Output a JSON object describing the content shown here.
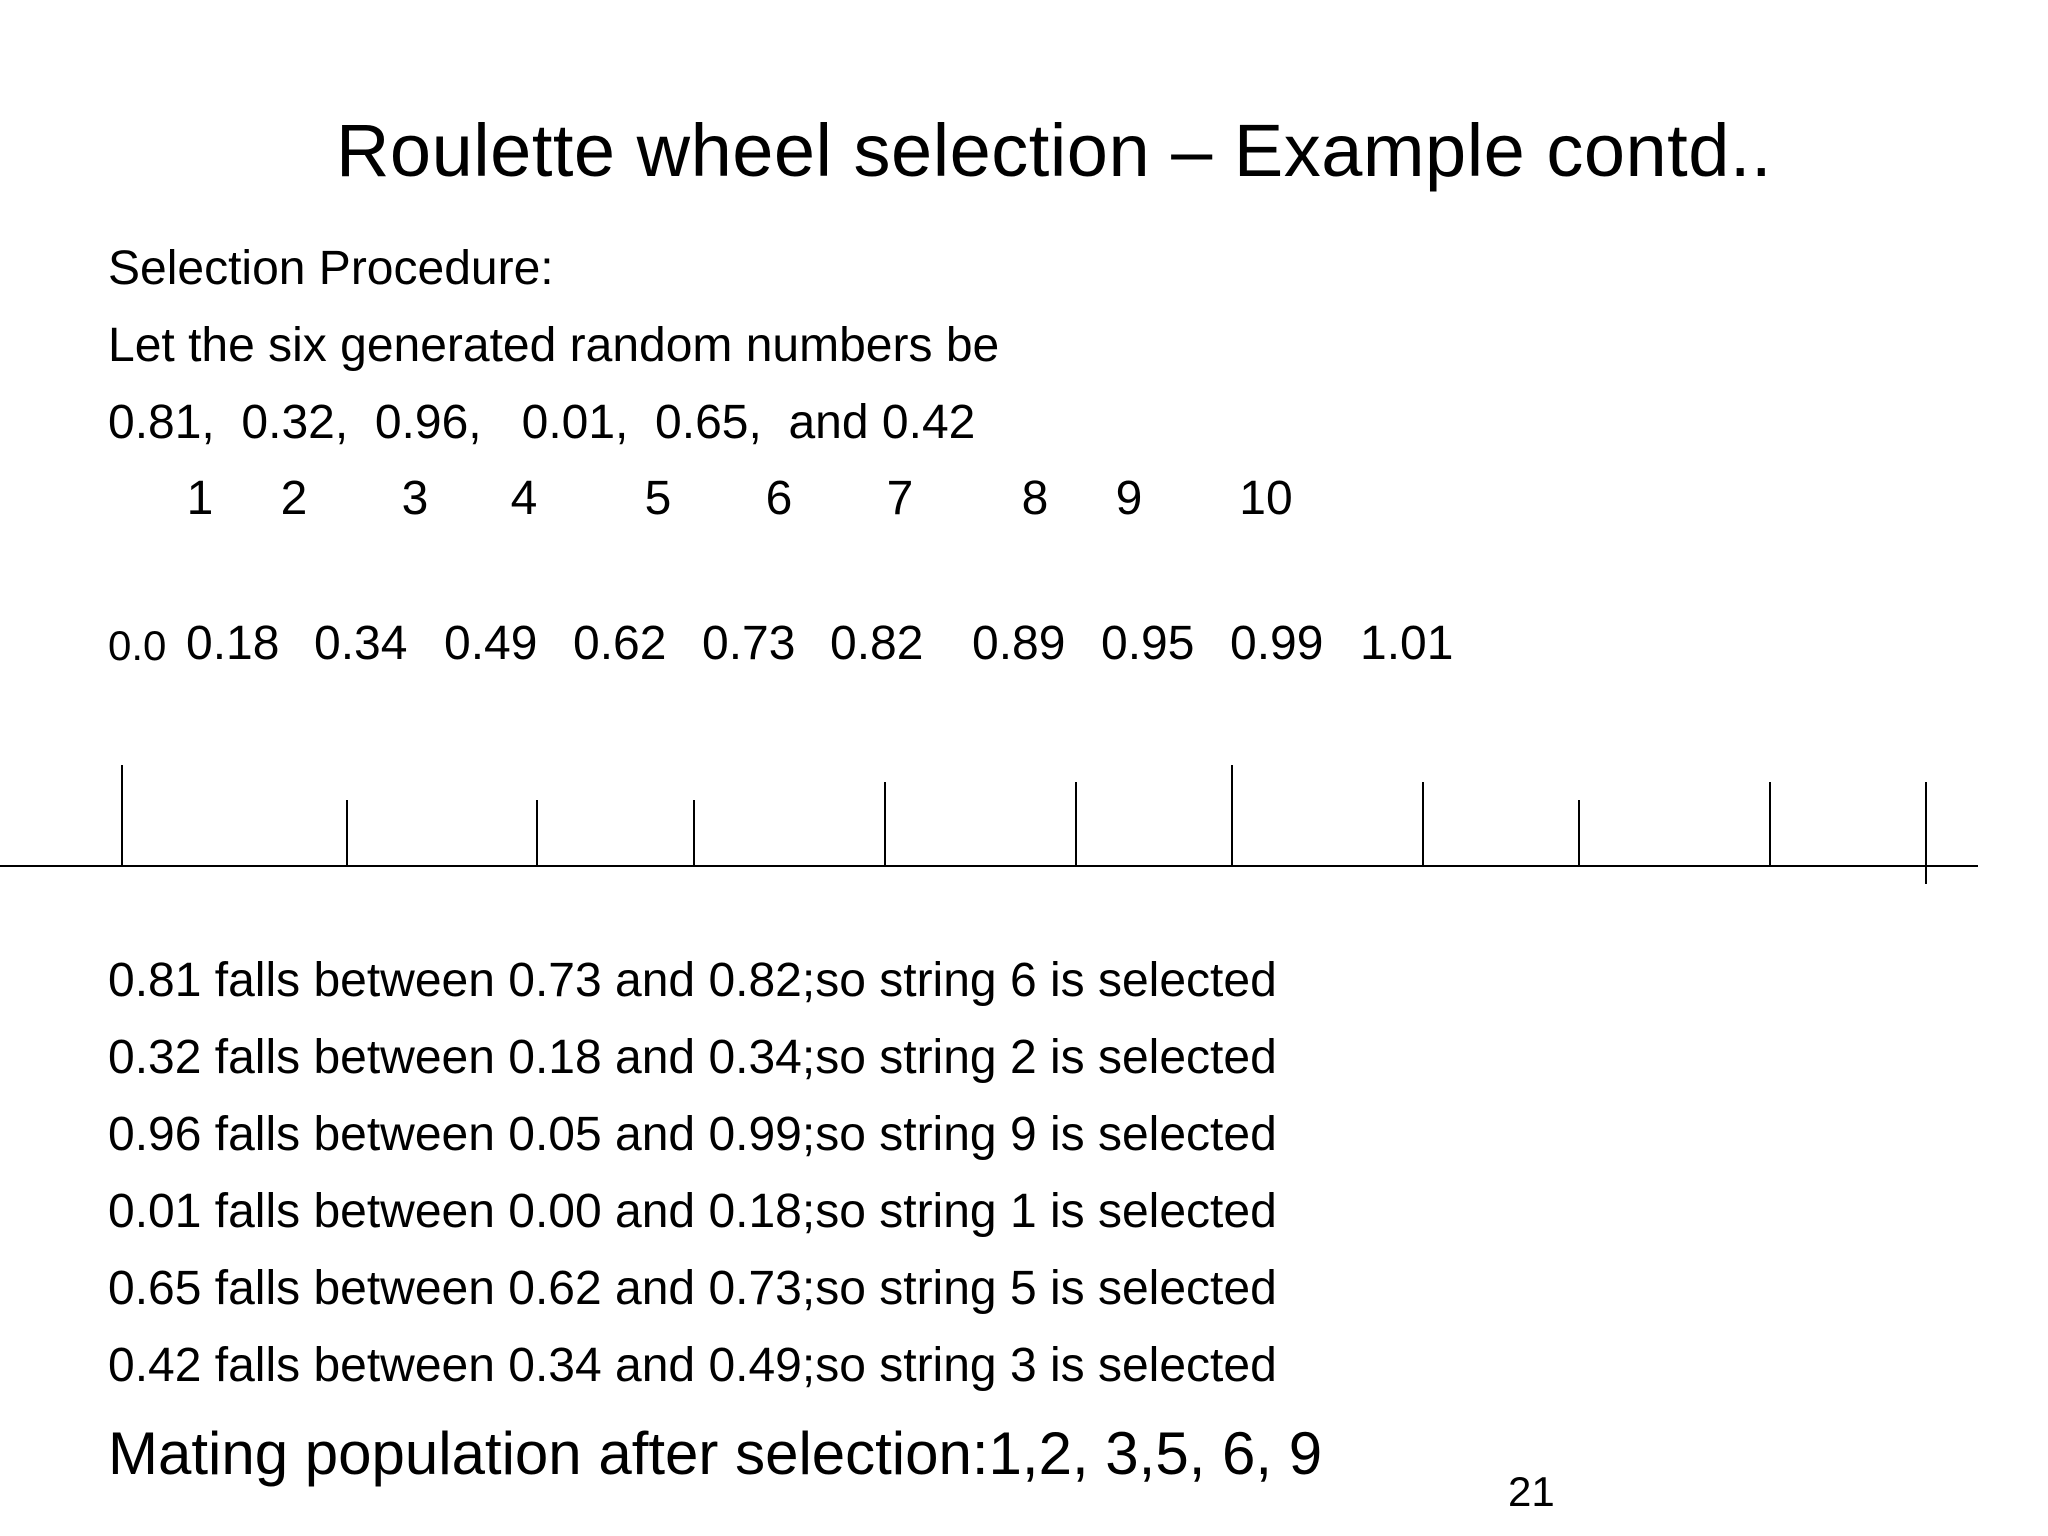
{
  "slide": {
    "title": "Roulette wheel selection – Example contd..",
    "heading": "Selection Procedure:",
    "intro": "Let the six generated random numbers be",
    "random_numbers_line": "0.81,  0.32,  0.96,   0.01,  0.65,  and 0.42",
    "string_indices": [
      "1",
      "2",
      "3",
      "4",
      "5",
      "6",
      "7",
      "8",
      "9",
      "10"
    ],
    "cumulative_bounds": [
      "0.0",
      "0.18",
      "0.34",
      "0.49",
      "0.62",
      "0.73",
      "0.82",
      "0.89",
      "0.95",
      "0.99",
      "1.01"
    ],
    "number_line": {
      "tick_count": 11
    },
    "results": [
      "0.81 falls between 0.73 and 0.82;so string 6 is selected",
      "0.32 falls between 0.18 and 0.34;so string 2 is selected",
      "0.96 falls between 0.05 and 0.99;so string 9 is selected",
      "0.01 falls between 0.00 and 0.18;so string 1 is selected",
      "0.65 falls between 0.62 and 0.73;so string 5 is selected",
      "0.42 falls between 0.34 and 0.49;so string 3 is selected"
    ],
    "mating_population": "Mating population after selection:1,2, 3,5, 6, 9",
    "page_number": "21"
  }
}
